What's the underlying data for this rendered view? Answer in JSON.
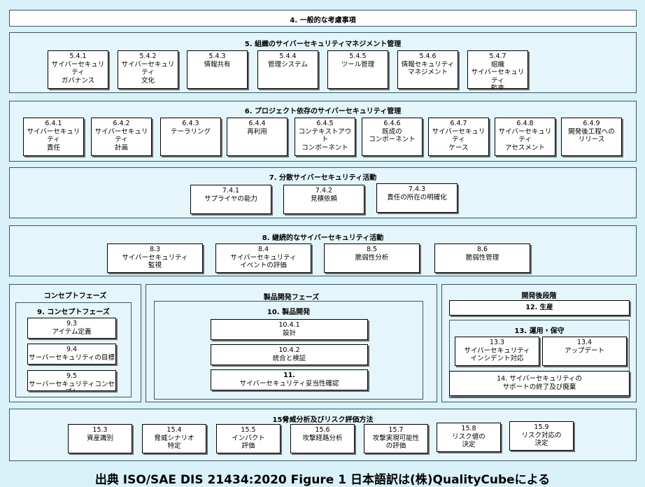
{
  "s4": {
    "title": "4. 一般的な考慮事項"
  },
  "s5": {
    "title": "5. 組織のサイバーセキュリティマネジメント管理",
    "items": [
      {
        "num": "5.4.1",
        "label": "サイバーセキュリティ\nガバナンス"
      },
      {
        "num": "5.4.2",
        "label": "サイバーセキュリティ\n文化"
      },
      {
        "num": "5.4.3",
        "label": "情報共有"
      },
      {
        "num": "5.4.4",
        "label": "管理システム"
      },
      {
        "num": "5.4.5",
        "label": "ツール管理"
      },
      {
        "num": "5.4.6",
        "label": "情報セキュリティ\nマネジメント"
      },
      {
        "num": "5.4.7",
        "label": "組織\nサイバーセキュリティ\n監査"
      }
    ]
  },
  "s6": {
    "title": "6. プロジェクト依存のサイバーセキュリティ管理",
    "items": [
      {
        "num": "6.4.1",
        "label": "サイバーセキュリティ\n責任"
      },
      {
        "num": "6.4.2",
        "label": "サイバーセキュリティ\n計画"
      },
      {
        "num": "6.4.3",
        "label": "テーラリング"
      },
      {
        "num": "6.4.4",
        "label": "再利用"
      },
      {
        "num": "6.4.5",
        "label": "コンテキストアウト\nコンポーネント"
      },
      {
        "num": "6.4.6",
        "label": "既成の\nコンポーネント"
      },
      {
        "num": "6.4.7",
        "label": "サイバーセキュリティ\nケース"
      },
      {
        "num": "6.4.8",
        "label": "サイバーセキュリティ\nアセスメント"
      },
      {
        "num": "6.4.9",
        "label": "開発後工程への\nリリース"
      }
    ]
  },
  "s7": {
    "title": "7. 分散サイバーセキュリティ活動",
    "items": [
      {
        "num": "7.4.1",
        "label": "サプライヤの能力"
      },
      {
        "num": "7.4.2",
        "label": "見積依頼"
      },
      {
        "num": "7.4.3",
        "label": "責任の所在の明確化"
      }
    ]
  },
  "s8": {
    "title": "8. 継続的なサイバーセキュリティ活動",
    "items": [
      {
        "num": "8.3",
        "label": "サイバーセキュリティ\n監視"
      },
      {
        "num": "8.4",
        "label": "サイバーセキュリティ\nイベントの評価"
      },
      {
        "num": "8.5",
        "label": "脆弱性分析"
      },
      {
        "num": "8.6",
        "label": "脆弱性管理"
      }
    ]
  },
  "concept": {
    "title": "コンセプトフェーズ",
    "inner_title": "9. コンセプトフェーズ",
    "items": [
      {
        "num": "9.3",
        "label": "アイテム定義"
      },
      {
        "num": "9.4",
        "label": "サーバーセキュリティの目標"
      },
      {
        "num": "9.5",
        "label": "サーバーセキュリティコンセプト"
      }
    ]
  },
  "product": {
    "title": "製品開発フェーズ",
    "inner_title": "10. 製品開発",
    "items": [
      {
        "num": "10.4.1",
        "label": "設計"
      },
      {
        "num": "10.4.2",
        "label": "統合と検証"
      },
      {
        "num": "11.",
        "label": "サイバーセキュリティ妥当性確認"
      }
    ]
  },
  "post": {
    "title": "開発後段階",
    "production": "12. 生産",
    "ops_title": "13. 運用・保守",
    "items": [
      {
        "num": "13.3",
        "label": "サイバーセキュリティ\nインシデント対応"
      },
      {
        "num": "13.4",
        "label": "アップデート"
      }
    ],
    "end_support": "14. サイバーセキュリティの\nサポートの終了及び廃棄"
  },
  "s15": {
    "title": "15脅威分析及びリスク評価方法",
    "items": [
      {
        "num": "15.3",
        "label": "資産識別"
      },
      {
        "num": "15.4",
        "label": "脅威シナリオ\n特定"
      },
      {
        "num": "15.5",
        "label": "インパクト\n評価"
      },
      {
        "num": "15.6",
        "label": "攻撃経路分析"
      },
      {
        "num": "15.7",
        "label": "攻撃実現可能性\nの評価"
      },
      {
        "num": "15.8",
        "label": "リスク値の\n決定"
      },
      {
        "num": "15.9",
        "label": "リスク対応の\n決定"
      }
    ]
  },
  "footer": "出典 ISO/SAE DIS 21434:2020 Figure 1  日本語訳は(株)QualityCubeによる"
}
